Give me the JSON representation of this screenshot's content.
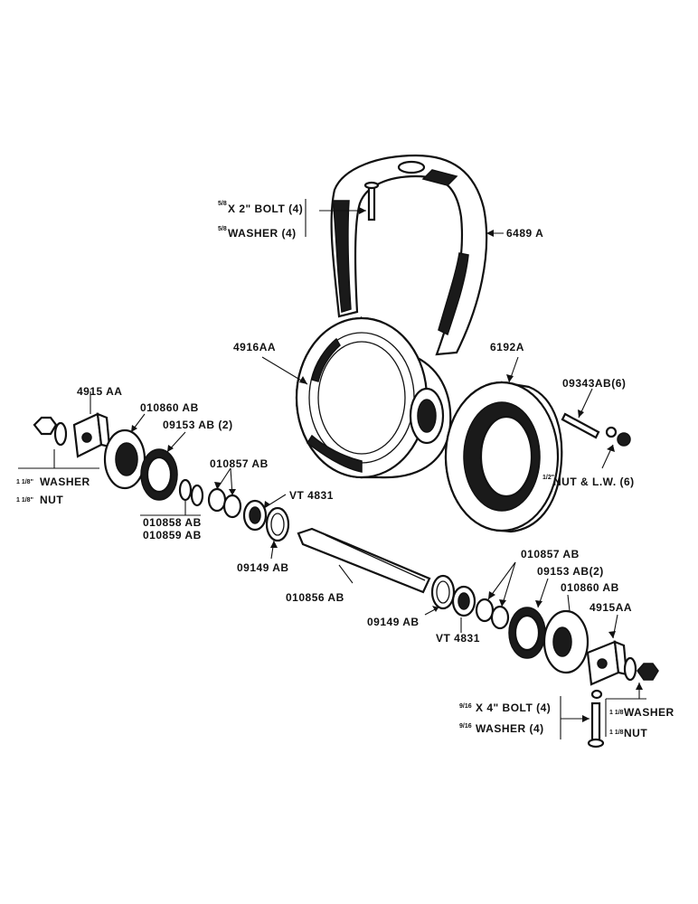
{
  "labels": {
    "bolt_5_8": "X 2\" BOLT (4)",
    "bolt_5_8_frac": "5/8",
    "washer_5_8": "WASHER (4)",
    "washer_5_8_frac": "5/8",
    "part_6489A": "6489 A",
    "part_4916AA": "4916AA",
    "part_6192A": "6192A",
    "part_09343AB": "09343AB(6)",
    "nut_lw": "NUT & L.W. (6)",
    "nut_lw_frac": "1/2\"",
    "part_4915AA_left": "4915 AA",
    "part_010860AB_left": "010860 AB",
    "part_09153AB_left": "09153 AB (2)",
    "part_010857AB_left": "010857 AB",
    "part_VT4831_left": "VT 4831",
    "washer_left": "WASHER",
    "washer_left_frac": "1 1/8\"",
    "nut_left": "NUT",
    "nut_left_frac": "1 1/8\"",
    "part_010858AB": "010858 AB",
    "part_010859AB": "010859 AB",
    "part_09149AB_left": "09149 AB",
    "part_010856AB": "010856 AB",
    "part_010857AB_right": "010857 AB",
    "part_09153AB_right": "09153 AB(2)",
    "part_010860AB_right": "010860 AB",
    "part_4915AA_right": "4915AA",
    "part_09149AB_right": "09149 AB",
    "part_VT4831_right": "VT 4831",
    "bolt_9_16": "X 4\" BOLT (4)",
    "bolt_9_16_frac": "9/16",
    "washer_9_16": "WASHER (4)",
    "washer_9_16_frac": "9/16",
    "washer_right": "WASHER",
    "washer_right_frac": "1 1/8",
    "nut_right": "NUT",
    "nut_right_frac": "1 1/8"
  }
}
